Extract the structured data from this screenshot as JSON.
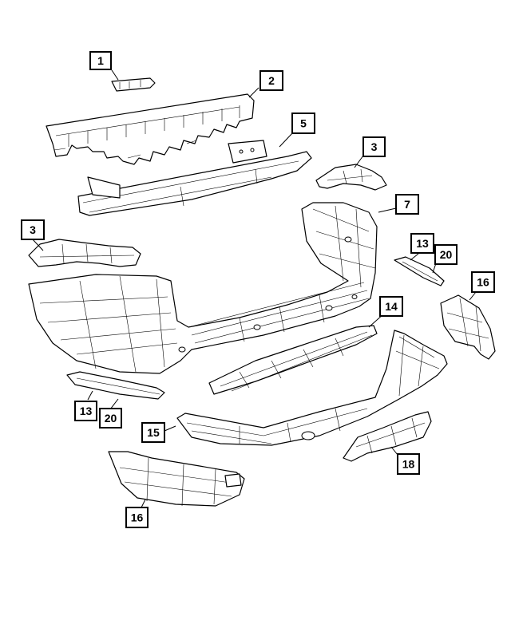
{
  "colors": {
    "line": "#000000",
    "background": "#ffffff"
  },
  "callouts": [
    {
      "id": "c1",
      "label": "1"
    },
    {
      "id": "c2",
      "label": "2"
    },
    {
      "id": "c5",
      "label": "5"
    },
    {
      "id": "c3a",
      "label": "3"
    },
    {
      "id": "c7",
      "label": "7"
    },
    {
      "id": "c3b",
      "label": "3"
    },
    {
      "id": "c13a",
      "label": "13"
    },
    {
      "id": "c20a",
      "label": "20"
    },
    {
      "id": "c16a",
      "label": "16"
    },
    {
      "id": "c14",
      "label": "14"
    },
    {
      "id": "c13b",
      "label": "13"
    },
    {
      "id": "c20b",
      "label": "20"
    },
    {
      "id": "c15",
      "label": "15"
    },
    {
      "id": "c18",
      "label": "18"
    },
    {
      "id": "c16b",
      "label": "16"
    }
  ]
}
